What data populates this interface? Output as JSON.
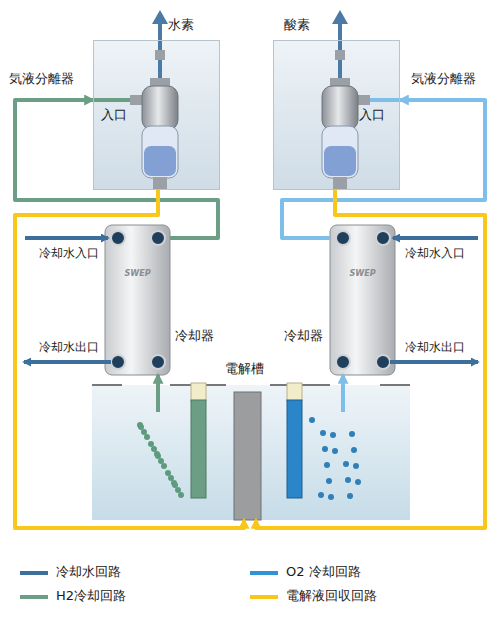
{
  "diagram": {
    "nodes": [
      {
        "text": [
          "気液分離器",
          "入口"
        ]
      },
      {
        "text": [
          "気液分離器",
          "入口"
        ]
      },
      {
        "text": [
          "SWEP",
          "冷却器"
        ]
      },
      {
        "text": [
          "SWEP",
          "冷却器"
        ]
      },
      {
        "text": [
          "電解槽"
        ]
      }
    ],
    "edges": [
      {
        "from": 4,
        "to": 2,
        "arrow": "to"
      },
      {
        "from": 2,
        "to": 0,
        "arrow": "to"
      },
      {
        "from": 0,
        "to": 4,
        "arrow": "to"
      },
      {
        "from": 4,
        "to": 3,
        "arrow": "to"
      },
      {
        "from": 3,
        "to": 1,
        "arrow": "to"
      },
      {
        "from": 1,
        "to": 4,
        "arrow": "to"
      }
    ],
    "labels": [
      "水素",
      "酸素",
      "冷却水入口",
      "冷却水出口",
      "冷却水入口",
      "冷却水出口"
    ],
    "legend": [
      {
        "text": "冷却水回路",
        "color": "#3d6f9c"
      },
      {
        "text": "O2 冷却回路",
        "color": "#2f93d6"
      },
      {
        "text": "H2冷却回路",
        "color": "#6c9e85"
      },
      {
        "text": "電解液回収回路",
        "color": "#f8c71a"
      }
    ]
  }
}
